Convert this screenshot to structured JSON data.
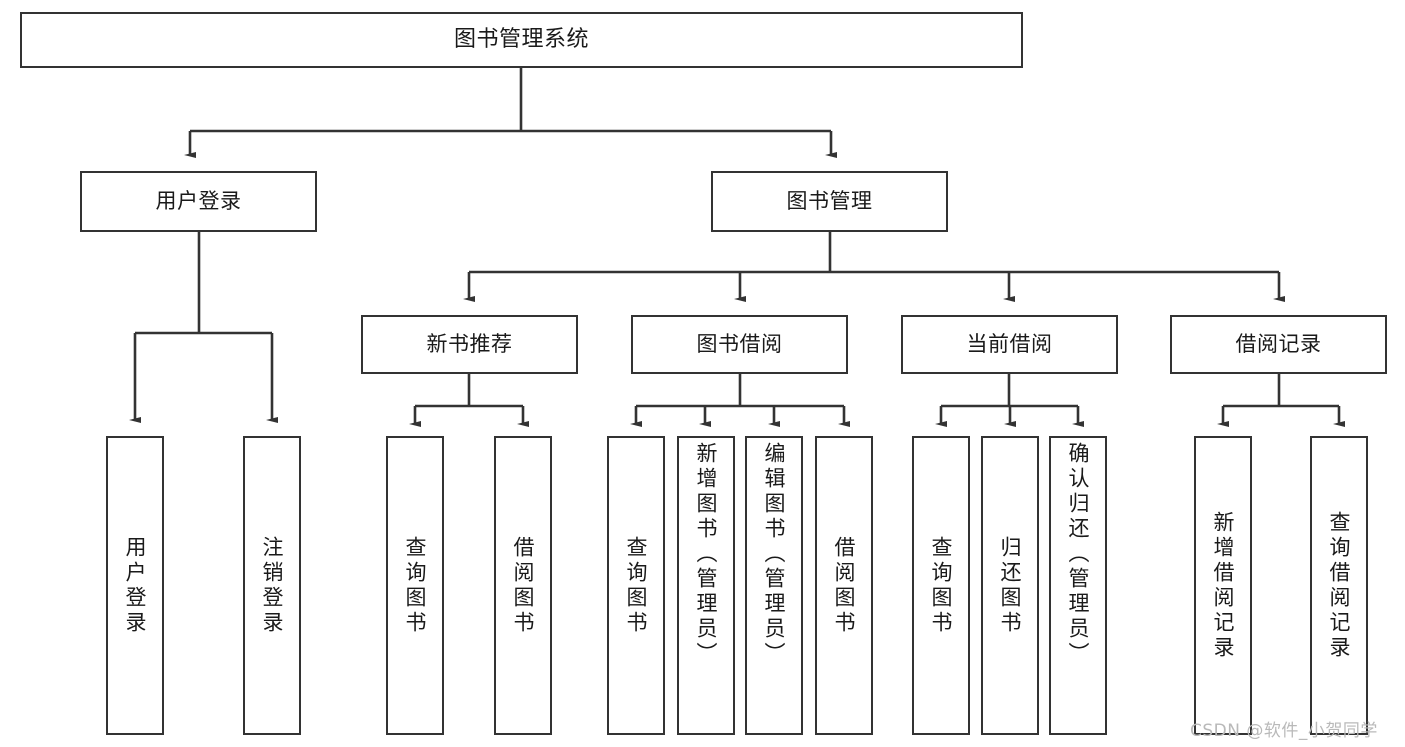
{
  "diagram": {
    "title": "图书管理系统",
    "type": "functional-structure-tree",
    "watermark": "CSDN @软件_小贺同学",
    "colors": {
      "box_border": "#333333",
      "box_fill": "#ffffff",
      "edge": "#333333",
      "text": "#1a1a1a",
      "watermark": "#b9b9b9",
      "background": "#ffffff"
    },
    "nodes": {
      "root": {
        "label": "图书管理系统"
      },
      "level2": [
        {
          "id": "user-login",
          "label": "用户登录"
        },
        {
          "id": "book-manage",
          "label": "图书管理"
        }
      ],
      "level3": [
        {
          "id": "new-book-recommend",
          "label": "新书推荐"
        },
        {
          "id": "book-borrow",
          "label": "图书借阅"
        },
        {
          "id": "current-borrow",
          "label": "当前借阅"
        },
        {
          "id": "borrow-record",
          "label": "借阅记录"
        }
      ],
      "leaves": {
        "user-login": [
          {
            "id": "leaf-user-login",
            "label": "用户登录"
          },
          {
            "id": "leaf-logout-login",
            "label": "注销登录"
          }
        ],
        "new-book-recommend": [
          {
            "id": "leaf-query-book-1",
            "label": "查询图书"
          },
          {
            "id": "leaf-borrow-book-1",
            "label": "借阅图书"
          }
        ],
        "book-borrow": [
          {
            "id": "leaf-query-book-2",
            "label": "查询图书"
          },
          {
            "id": "leaf-add-book",
            "label": "新增图书（管理员）"
          },
          {
            "id": "leaf-edit-book",
            "label": "编辑图书（管理员）"
          },
          {
            "id": "leaf-borrow-book-2",
            "label": "借阅图书"
          }
        ],
        "current-borrow": [
          {
            "id": "leaf-query-book-3",
            "label": "查询图书"
          },
          {
            "id": "leaf-return-book",
            "label": "归还图书"
          },
          {
            "id": "leaf-confirm-return",
            "label": "确认归还（管理员）"
          }
        ],
        "borrow-record": [
          {
            "id": "leaf-add-record",
            "label": "新增借阅记录"
          },
          {
            "id": "leaf-query-record",
            "label": "查询借阅记录"
          }
        ]
      }
    }
  }
}
